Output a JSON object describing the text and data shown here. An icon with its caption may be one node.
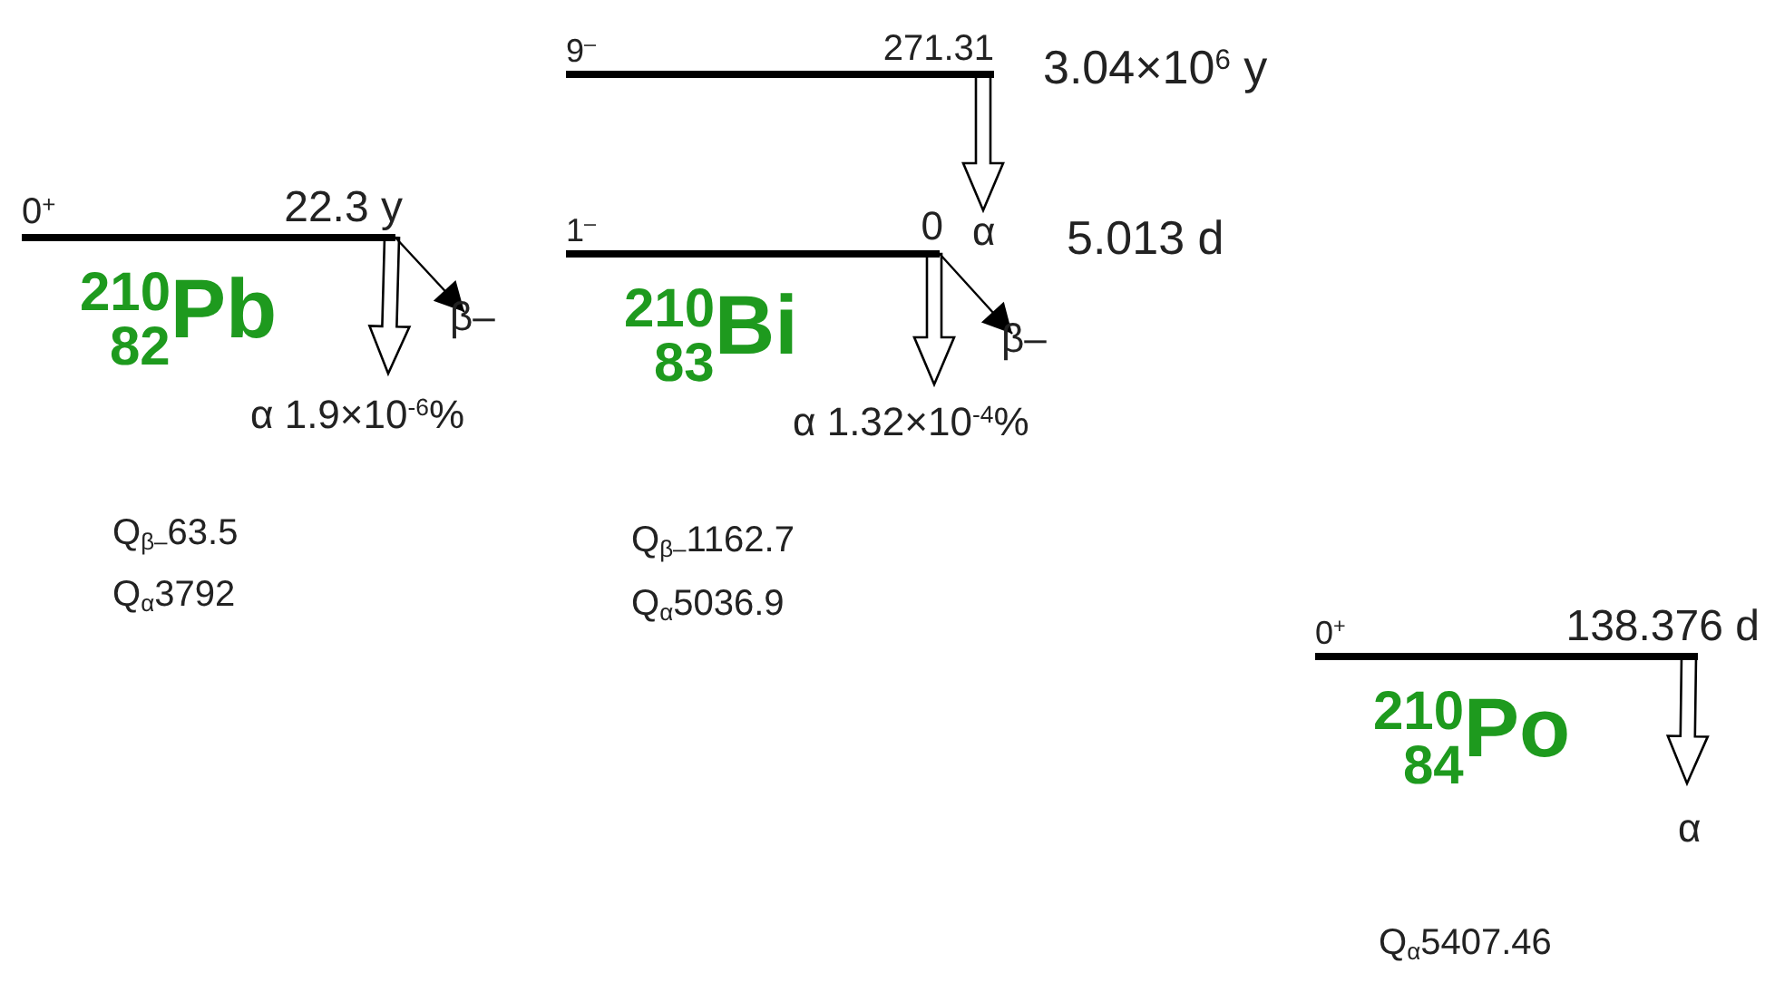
{
  "diagram": {
    "nodes": [
      {
        "text": [
          "0$^{+}$",
          "22.3 y",
          "$^{210}$$_{82}$Pb"
        ]
      },
      {
        "text": [
          "9$^{–}$",
          "271.31"
        ],
        "beside": [
          "3.04×10$^{6}$ y"
        ]
      },
      {
        "text": [
          "1$^{–}$",
          "0",
          "$^{210}$$_{83}$Bi"
        ],
        "beside": [
          "5.013 d"
        ]
      },
      {
        "text": [
          "0$^{+}$",
          "138.376 d",
          "$^{210}$$_{84}$Po"
        ]
      }
    ],
    "edges": [
      {
        "from": 0,
        "to": null,
        "arrow": "to",
        "style": "thick",
        "label": "α 1.9×10$^{-6}$%"
      },
      {
        "from": 0,
        "to": null,
        "arrow": "to",
        "label": "β–"
      },
      {
        "from": 1,
        "to": null,
        "arrow": "to",
        "style": "thick",
        "label": "α"
      },
      {
        "from": 2,
        "to": null,
        "arrow": "to",
        "style": "thick",
        "label": "α 1.32×10$^{-4}$%"
      },
      {
        "from": 2,
        "to": null,
        "arrow": "to",
        "label": "β–"
      },
      {
        "from": 3,
        "to": null,
        "arrow": "to",
        "style": "thick",
        "label": "α"
      }
    ],
    "labels": [
      "Q$_{β–}$63.5",
      "Q$_{α}$3792",
      "Q$_{β–}$1162.7",
      "Q$_{α}$5036.9",
      "Q$_{α}$5407.46"
    ]
  }
}
